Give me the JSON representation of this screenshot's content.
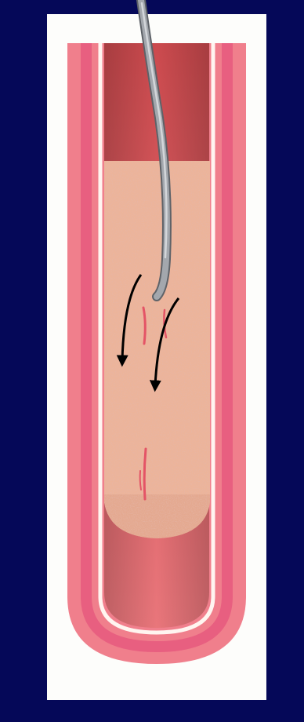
{
  "figure": {
    "kind": "medical illustration",
    "elements": [
      "vessel-wall",
      "vessel-lumen",
      "thrombus",
      "catheter",
      "flow-arrows",
      "fissures"
    ]
  },
  "colors": {
    "background": "#050858",
    "panel": "#fdfdfb",
    "vessel_wall_outer": "#f07f8c",
    "vessel_wall_inner": "#d9526d",
    "vessel_wall_stripe": "#e85f80",
    "lumen_top": "#cc4a4e",
    "lumen_bottom": "#e9767b",
    "thrombus": "#ecb49a",
    "thrombus_speckle": "#c77866",
    "thrombus_lower": "#dea088",
    "catheter": "#a3a7ad",
    "catheter_outline": "#5e6268",
    "arrow": "#000000",
    "fissure": "#e45466"
  }
}
